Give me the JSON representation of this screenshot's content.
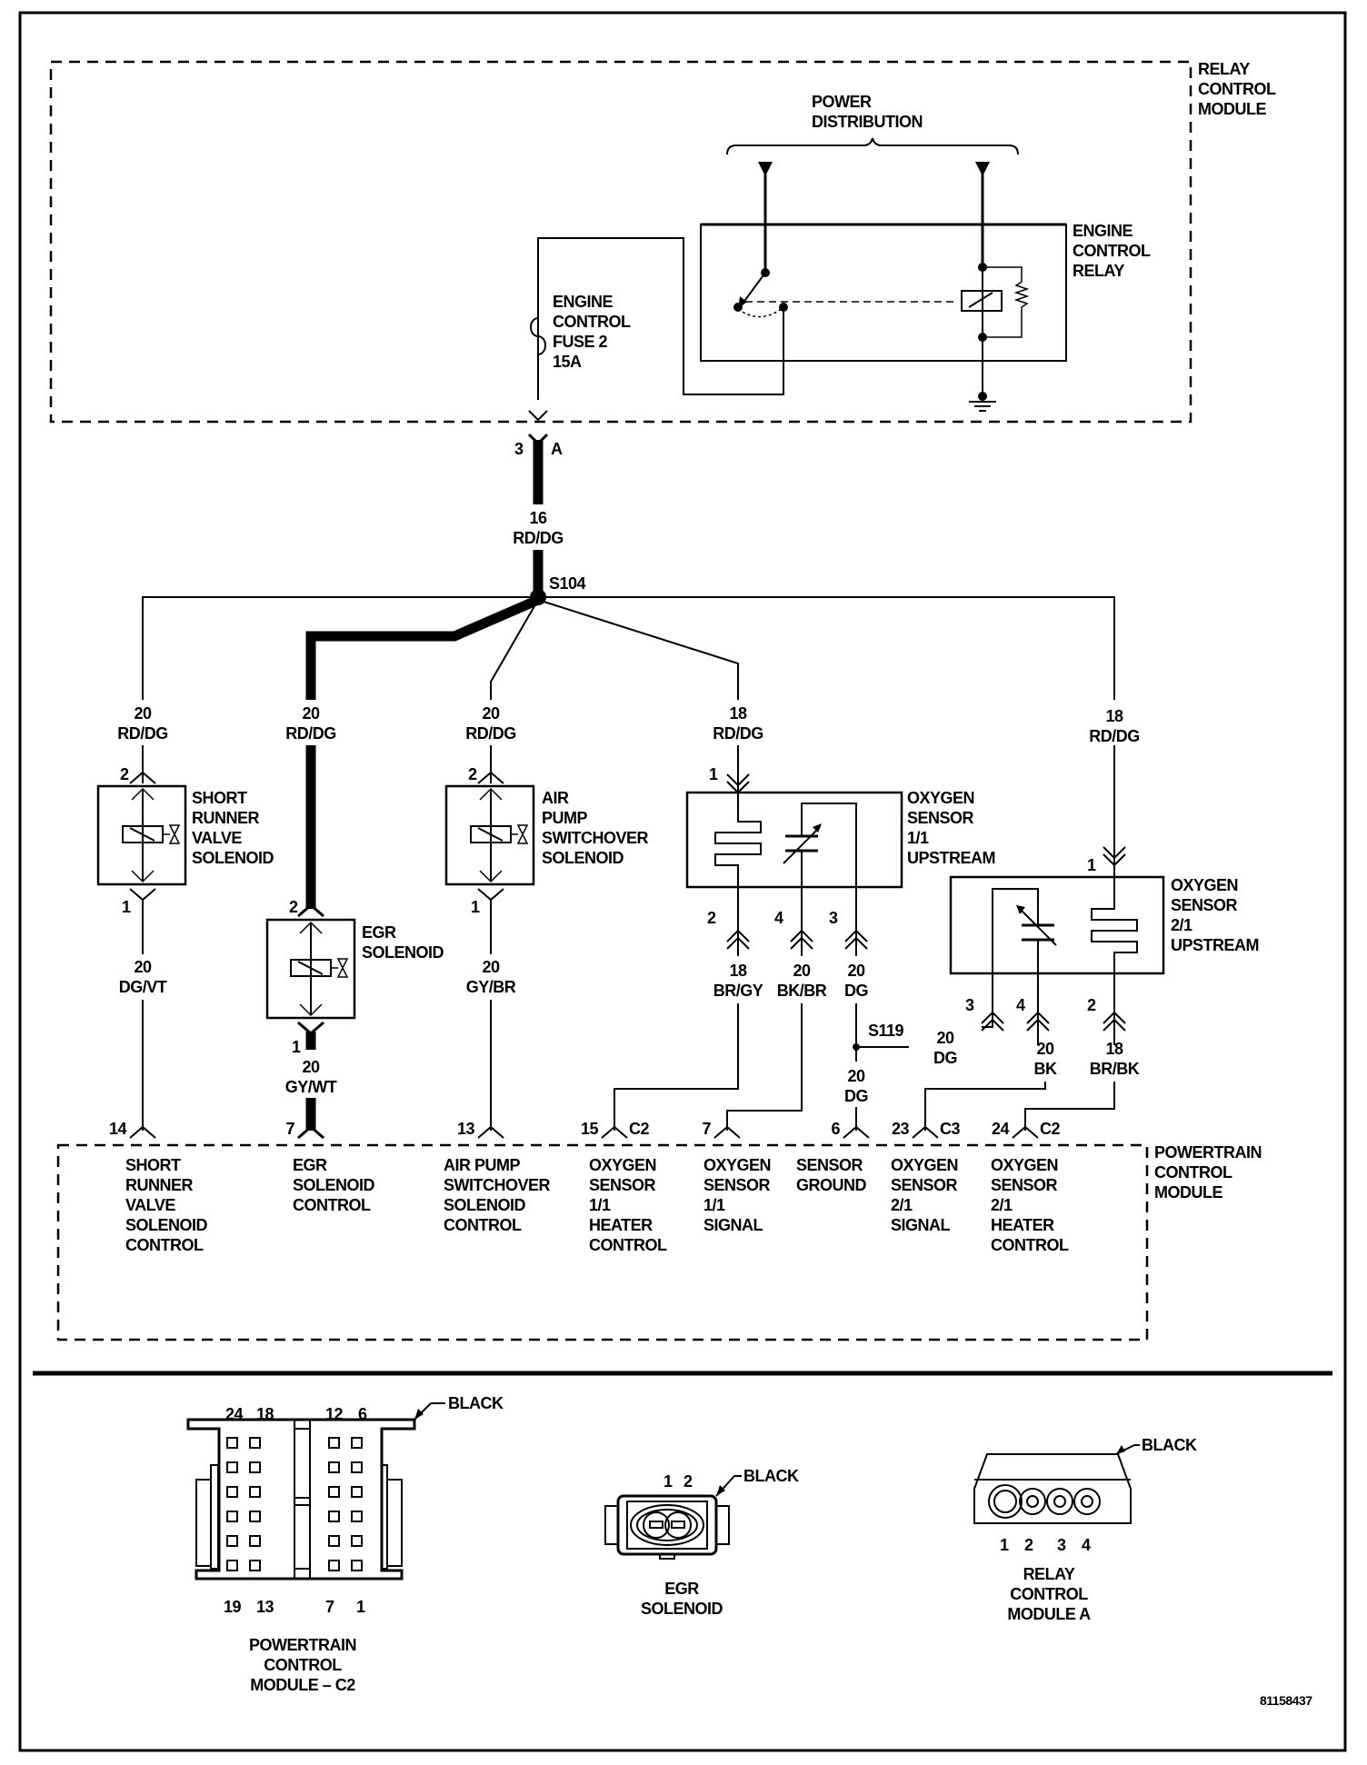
{
  "modules": {
    "relay_control_module": [
      "RELAY",
      "CONTROL",
      "MODULE"
    ],
    "powertrain_control_module": [
      "POWERTRAIN",
      "CONTROL",
      "MODULE"
    ]
  },
  "power_distribution": [
    "POWER",
    "DISTRIBUTION"
  ],
  "engine_control_relay": [
    "ENGINE",
    "CONTROL",
    "RELAY"
  ],
  "fuse": [
    "ENGINE",
    "CONTROL",
    "FUSE 2",
    "15A"
  ],
  "relay_output_connector": {
    "pin": "3",
    "connector": "A"
  },
  "main_feed_wire": {
    "gauge": "16",
    "color": "RD/DG"
  },
  "splices": {
    "s104": "S104",
    "s119": "S119"
  },
  "branches": [
    {
      "gauge": "20",
      "color": "RD/DG"
    },
    {
      "gauge": "20",
      "color": "RD/DG"
    },
    {
      "gauge": "20",
      "color": "RD/DG"
    },
    {
      "gauge": "18",
      "color": "RD/DG"
    },
    {
      "gauge": "18",
      "color": "RD/DG"
    }
  ],
  "components": {
    "short_runner": {
      "label": [
        "SHORT",
        "RUNNER",
        "VALVE",
        "SOLENOID"
      ],
      "pin_in": "2",
      "pin_out": "1",
      "out_wire": {
        "gauge": "20",
        "color": "DG/VT"
      }
    },
    "egr": {
      "label": [
        "EGR",
        "SOLENOID"
      ],
      "pin_in": "2",
      "pin_out": "1",
      "out_wire": {
        "gauge": "20",
        "color": "GY/WT"
      }
    },
    "air_pump": {
      "label": [
        "AIR",
        "PUMP",
        "SWITCHOVER",
        "SOLENOID"
      ],
      "pin_in": "2",
      "pin_out": "1",
      "out_wire": {
        "gauge": "20",
        "color": "GY/BR"
      }
    },
    "o2_11": {
      "label": [
        "OXYGEN",
        "SENSOR",
        "1/1",
        "UPSTREAM"
      ],
      "pin_in": "1",
      "pins": [
        {
          "pin": "2",
          "gauge": "18",
          "color": "BR/GY"
        },
        {
          "pin": "4",
          "gauge": "20",
          "color": "BK/BR"
        },
        {
          "pin": "3",
          "gauge": "20",
          "color": "DG"
        }
      ]
    },
    "o2_21": {
      "label": [
        "OXYGEN",
        "SENSOR",
        "2/1",
        "UPSTREAM"
      ],
      "pin_in": "1",
      "pins": [
        {
          "pin": "3",
          "gauge": "20",
          "color": "DG"
        },
        {
          "pin": "4",
          "gauge": "20",
          "color": "BK"
        },
        {
          "pin": "2",
          "gauge": "18",
          "color": "BR/BK"
        }
      ]
    },
    "s119_out": {
      "gauge": "20",
      "color": "DG"
    }
  },
  "pcm_pins": [
    {
      "pin": "14",
      "conn": "",
      "label": [
        "SHORT",
        "RUNNER",
        "VALVE",
        "SOLENOID",
        "CONTROL"
      ]
    },
    {
      "pin": "7",
      "conn": "",
      "label": [
        "EGR",
        "SOLENOID",
        "CONTROL"
      ]
    },
    {
      "pin": "13",
      "conn": "",
      "label": [
        "AIR PUMP",
        "SWITCHOVER",
        "SOLENOID",
        "CONTROL"
      ]
    },
    {
      "pin": "15",
      "conn": "C2",
      "label": [
        "OXYGEN",
        "SENSOR",
        "1/1",
        "HEATER",
        "CONTROL"
      ]
    },
    {
      "pin": "7",
      "conn": "",
      "label": [
        "OXYGEN",
        "SENSOR",
        "1/1",
        "SIGNAL"
      ]
    },
    {
      "pin": "6",
      "conn": "",
      "label": [
        "SENSOR",
        "GROUND"
      ]
    },
    {
      "pin": "23",
      "conn": "C3",
      "label": [
        "OXYGEN",
        "SENSOR",
        "2/1",
        "SIGNAL"
      ]
    },
    {
      "pin": "24",
      "conn": "C2",
      "label": [
        "OXYGEN",
        "SENSOR",
        "2/1",
        "HEATER",
        "CONTROL"
      ]
    }
  ],
  "connector_views": {
    "pcm_c2": {
      "top_pins": [
        "24",
        "18",
        "12",
        "6"
      ],
      "bottom_pins": [
        "19",
        "13",
        "7",
        "1"
      ],
      "color_label": "BLACK",
      "title": [
        "POWERTRAIN",
        "CONTROL",
        "MODULE – C2"
      ]
    },
    "egr": {
      "pins": [
        "1",
        "2"
      ],
      "color_label": "BLACK",
      "title": [
        "EGR",
        "SOLENOID"
      ]
    },
    "relay_a": {
      "pins": [
        "1",
        "2",
        "3",
        "4"
      ],
      "color_label": "BLACK",
      "title": [
        "RELAY",
        "CONTROL",
        "MODULE A"
      ]
    }
  },
  "figure_id": "81158437"
}
